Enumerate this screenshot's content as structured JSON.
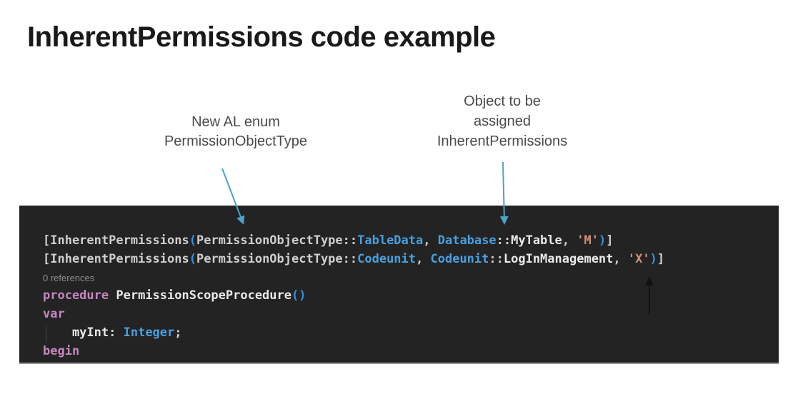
{
  "slide": {
    "title": "InherentPermissions code example"
  },
  "annotations": {
    "enum_note": {
      "lines": [
        "New AL enum",
        "PermissionObjectType"
      ]
    },
    "object_note": {
      "lines": [
        "Object to be",
        "assigned",
        "InherentPermissions"
      ]
    }
  },
  "code_editor": {
    "references_label": "0 references",
    "lines": [
      {
        "name": "attribute-line-tabledata",
        "segments": [
          {
            "t": "[InherentPermissions",
            "c": "fg"
          },
          {
            "t": "(",
            "c": "br"
          },
          {
            "t": "PermissionObjectType::",
            "c": "fg"
          },
          {
            "t": "TableData",
            "c": "ty"
          },
          {
            "t": ", ",
            "c": "fg"
          },
          {
            "t": "Database",
            "c": "ty"
          },
          {
            "t": "::",
            "c": "fg"
          },
          {
            "t": "MyTable",
            "c": "id"
          },
          {
            "t": ", ",
            "c": "fg"
          },
          {
            "t": "'M'",
            "c": "st"
          },
          {
            "t": ")",
            "c": "br"
          },
          {
            "t": "]",
            "c": "fg"
          }
        ]
      },
      {
        "name": "attribute-line-codeunit",
        "segments": [
          {
            "t": "[InherentPermissions",
            "c": "fg"
          },
          {
            "t": "(",
            "c": "br"
          },
          {
            "t": "PermissionObjectType::",
            "c": "fg"
          },
          {
            "t": "Codeunit",
            "c": "ty"
          },
          {
            "t": ", ",
            "c": "fg"
          },
          {
            "t": "Codeunit",
            "c": "ty"
          },
          {
            "t": "::",
            "c": "fg"
          },
          {
            "t": "LogInManagement",
            "c": "id"
          },
          {
            "t": ", ",
            "c": "fg"
          },
          {
            "t": "'X'",
            "c": "st"
          },
          {
            "t": ")",
            "c": "br"
          },
          {
            "t": "]",
            "c": "fg"
          }
        ]
      },
      {
        "name": "codelens-references",
        "small": true,
        "segments": [
          {
            "t": "0 references",
            "c": "ref"
          }
        ]
      },
      {
        "name": "procedure-line",
        "segments": [
          {
            "t": "procedure ",
            "c": "kw"
          },
          {
            "t": "PermissionScopeProcedure",
            "c": "id"
          },
          {
            "t": "()",
            "c": "br"
          }
        ]
      },
      {
        "name": "var-line",
        "segments": [
          {
            "t": "var",
            "c": "kw"
          }
        ]
      },
      {
        "name": "variable-declaration-line",
        "segments": [
          {
            "t": "    myInt",
            "c": "id"
          },
          {
            "t": ": ",
            "c": "fg"
          },
          {
            "t": "Integer",
            "c": "ty"
          },
          {
            "t": ";",
            "c": "fg"
          }
        ]
      },
      {
        "name": "begin-line",
        "segments": [
          {
            "t": "begin",
            "c": "kw"
          }
        ]
      }
    ]
  },
  "colors": {
    "page_background": "#ffffff",
    "title_text": "#191919",
    "annotation_text": "#4a4a4a",
    "callout_arrow": "#4aa3c9",
    "pointer_arrow": "#111111",
    "code_background": "#232323",
    "code_default": "#cfcfcf",
    "code_type_blue": "#4aa0e0",
    "code_bracket_blue": "#3291e0",
    "code_string_orange": "#ce9178",
    "code_keyword_magenta": "#c586c0",
    "codelens_gray": "#8f8f8f"
  }
}
